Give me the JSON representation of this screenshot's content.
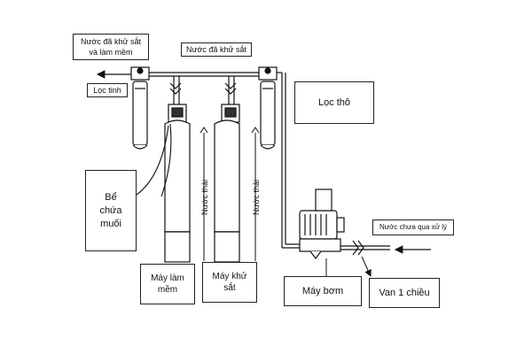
{
  "labels": {
    "softened_water": "Nước đã khử sắt\nvà làm mềm",
    "iron_removed_water": "Nước đã khử sắt",
    "fine_filter": "Lọc tinh",
    "coarse_filter": "Lọc thô",
    "brine_tank": "Bể\nchứa\nmuối",
    "waste_water_1": "Nước thải",
    "waste_water_2": "Nước thải",
    "softener": "Máy làm\nmềm",
    "iron_remover": "Máy khử\nsắt",
    "raw_water": "Nước chưa qua xử lý",
    "pump": "Máy bơm",
    "check_valve": "Van 1 chiều"
  },
  "colors": {
    "line": "#111111",
    "fill": "#ffffff",
    "dark": "#333333"
  }
}
